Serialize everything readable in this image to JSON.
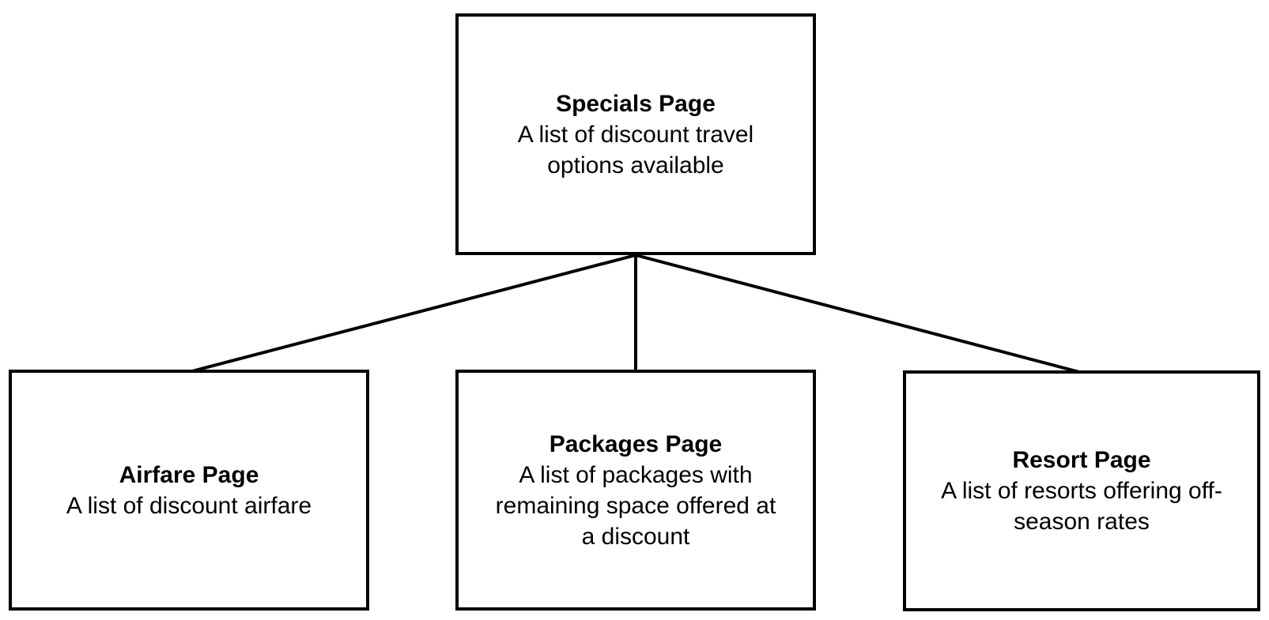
{
  "diagram": {
    "root": {
      "title": "Specials Page",
      "desc_lines": [
        "A list of discount travel",
        "options available"
      ]
    },
    "children": [
      {
        "title": "Airfare Page",
        "desc_lines": [
          "A list of discount airfare"
        ]
      },
      {
        "title": "Packages Page",
        "desc_lines": [
          "A list of packages with",
          "remaining space offered at",
          "a discount"
        ]
      },
      {
        "title": "Resort Page",
        "desc_lines": [
          "A list of resorts offering off-",
          "season rates"
        ]
      }
    ],
    "colors": {
      "line": "#000000",
      "box_border": "#000000",
      "background": "#ffffff"
    }
  }
}
